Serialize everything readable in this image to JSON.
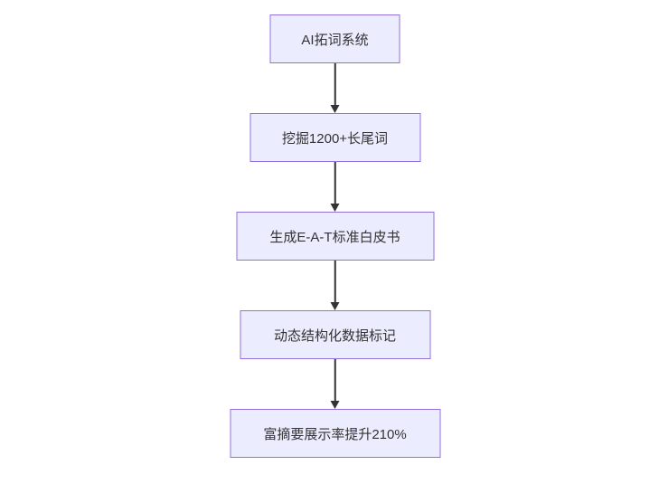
{
  "diagram": {
    "type": "flowchart",
    "direction": "top-down",
    "nodes": [
      {
        "id": "step-1",
        "label": "AI拓词系统"
      },
      {
        "id": "step-2",
        "label": "挖掘1200+长尾词"
      },
      {
        "id": "step-3",
        "label": "生成E-A-T标准白皮书"
      },
      {
        "id": "step-4",
        "label": "动态结构化数据标记"
      },
      {
        "id": "step-5",
        "label": "富摘要展示率提升210%"
      }
    ],
    "edges": [
      {
        "from": "step-1",
        "to": "step-2"
      },
      {
        "from": "step-2",
        "to": "step-3"
      },
      {
        "from": "step-3",
        "to": "step-4"
      },
      {
        "from": "step-4",
        "to": "step-5"
      }
    ],
    "colors": {
      "node_fill": "#ECECFF",
      "node_border": "#9370DB",
      "text": "#333333",
      "arrow": "#333333",
      "background": "#FFFFFF"
    }
  }
}
